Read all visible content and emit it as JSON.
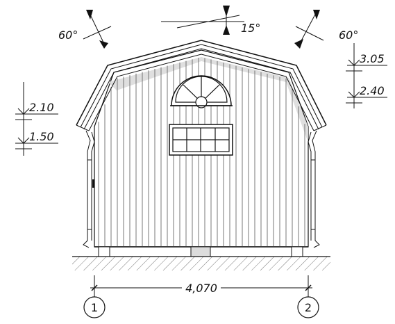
{
  "angles": {
    "left": "60°",
    "center": "15°",
    "right": "60°"
  },
  "levels": {
    "left_upper": "2.10",
    "left_lower": "1.50",
    "right_upper": "3.05",
    "right_lower": "2.40"
  },
  "width_dimension": "4,070",
  "axes": {
    "left": "1",
    "right": "2"
  }
}
